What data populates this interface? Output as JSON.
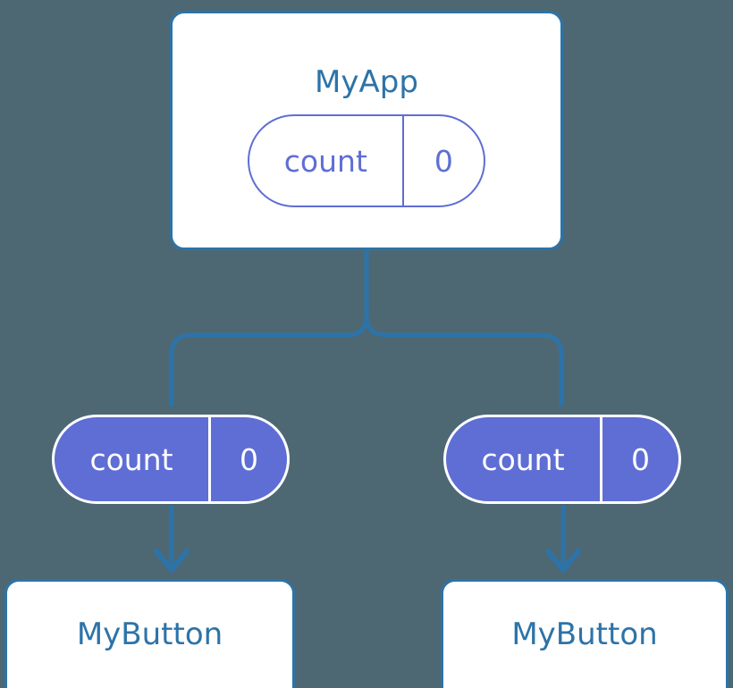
{
  "diagram": {
    "type": "component-state-propagation-tree",
    "background_color": "#4d6873",
    "accent_border_color": "#2d73a8",
    "state_color": "#5f6ed4",
    "root": {
      "name": "MyApp",
      "state": {
        "key": "count",
        "value": "0",
        "style": "hollow"
      }
    },
    "children": [
      {
        "name": "MyButton",
        "state": {
          "key": "count",
          "value": "0",
          "style": "solid"
        }
      },
      {
        "name": "MyButton",
        "state": {
          "key": "count",
          "value": "0",
          "style": "solid"
        }
      }
    ]
  }
}
